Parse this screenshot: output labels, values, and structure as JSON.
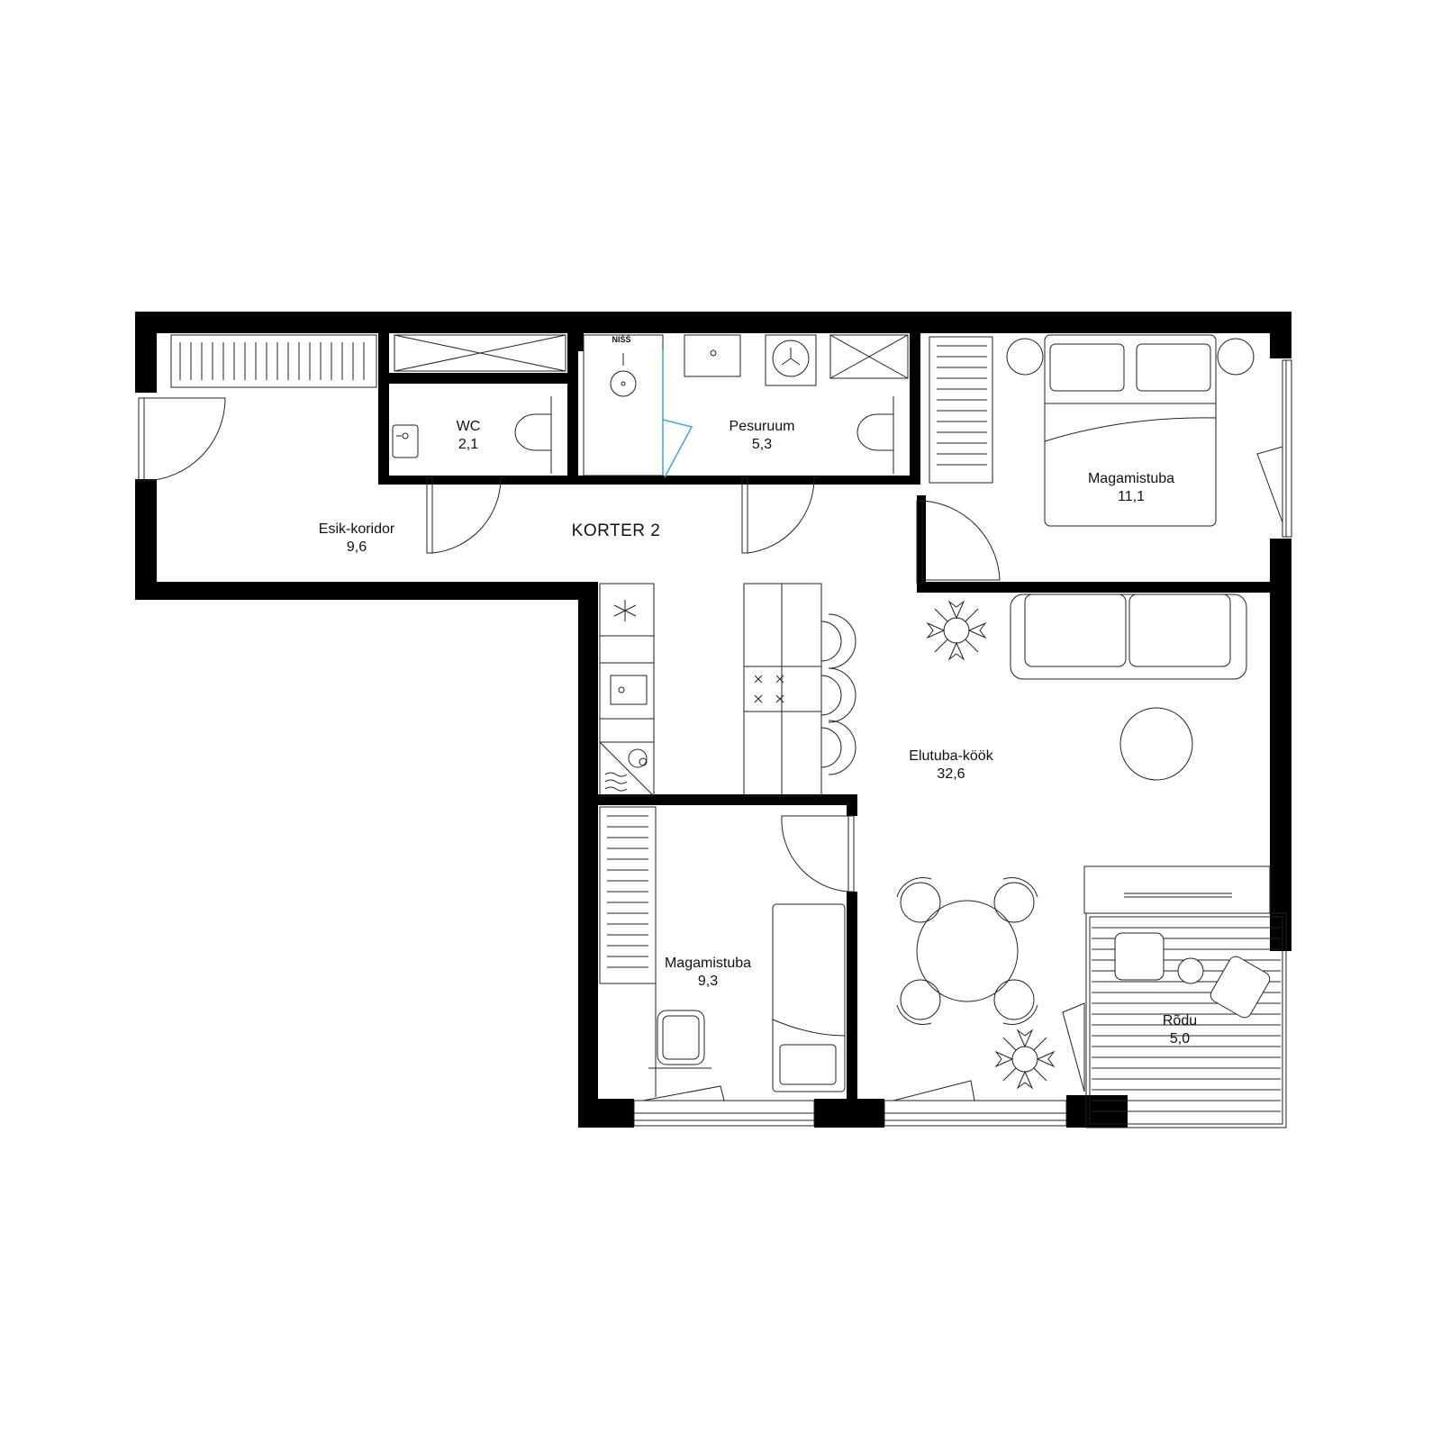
{
  "apartment": {
    "name": "KORTER 2"
  },
  "rooms": [
    {
      "id": "esik",
      "name": "Esik-koridor",
      "area": "9,6"
    },
    {
      "id": "wc",
      "name": "WC",
      "area": "2,1"
    },
    {
      "id": "pesuruum",
      "name": "Pesuruum",
      "area": "5,3"
    },
    {
      "id": "bed1",
      "name": "Magamistuba",
      "area": "11,1"
    },
    {
      "id": "living",
      "name": "Elutuba-köök",
      "area": "32,6"
    },
    {
      "id": "bed2",
      "name": "Magamistuba",
      "area": "9,3"
    },
    {
      "id": "balcony",
      "name": "Rõdu",
      "area": "5,0"
    }
  ],
  "labels": {
    "niche": "NIŠŠ"
  },
  "colors": {
    "wall": "#000000",
    "line": "#222222",
    "shower_glass": "#3aa9d8",
    "background": "#ffffff"
  }
}
